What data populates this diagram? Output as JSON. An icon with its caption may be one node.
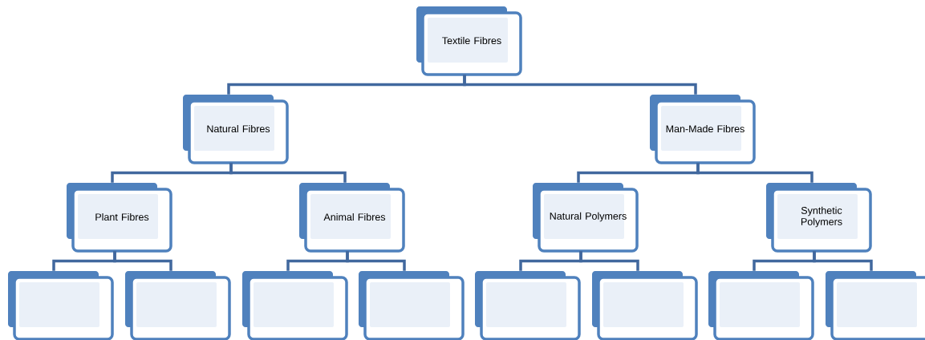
{
  "diagram": {
    "nodes": [
      {
        "text": [
          "Textile Fibres"
        ]
      },
      {
        "text": [
          "Natural Fibres"
        ]
      },
      {
        "text": [
          "Man-Made Fibres"
        ]
      },
      {
        "text": [
          "Plant Fibres"
        ]
      },
      {
        "text": [
          "Animal Fibres"
        ]
      },
      {
        "text": [
          "Natural Polymers"
        ]
      },
      {
        "text": [
          "Synthetic Polymers"
        ]
      },
      {
        "text": [],
        "shape": "box"
      },
      {
        "text": [],
        "shape": "box"
      },
      {
        "text": [],
        "shape": "box"
      },
      {
        "text": [],
        "shape": "box"
      },
      {
        "text": [],
        "shape": "box"
      },
      {
        "text": [],
        "shape": "box"
      },
      {
        "text": [],
        "shape": "box"
      },
      {
        "text": [],
        "shape": "box"
      }
    ],
    "edges": [
      {
        "from": 0,
        "to": 1,
        "arrow": "none"
      },
      {
        "from": 0,
        "to": 2,
        "arrow": "none"
      },
      {
        "from": 1,
        "to": 3,
        "arrow": "none"
      },
      {
        "from": 1,
        "to": 4,
        "arrow": "none"
      },
      {
        "from": 2,
        "to": 5,
        "arrow": "none"
      },
      {
        "from": 2,
        "to": 6,
        "arrow": "none"
      },
      {
        "from": 3,
        "to": 7,
        "arrow": "none"
      },
      {
        "from": 3,
        "to": 8,
        "arrow": "none"
      },
      {
        "from": 4,
        "to": 9,
        "arrow": "none"
      },
      {
        "from": 4,
        "to": 10,
        "arrow": "none"
      },
      {
        "from": 5,
        "to": 11,
        "arrow": "none"
      },
      {
        "from": 5,
        "to": 12,
        "arrow": "none"
      },
      {
        "from": 6,
        "to": 13,
        "arrow": "none"
      },
      {
        "from": 6,
        "to": 14,
        "arrow": "none"
      }
    ]
  }
}
